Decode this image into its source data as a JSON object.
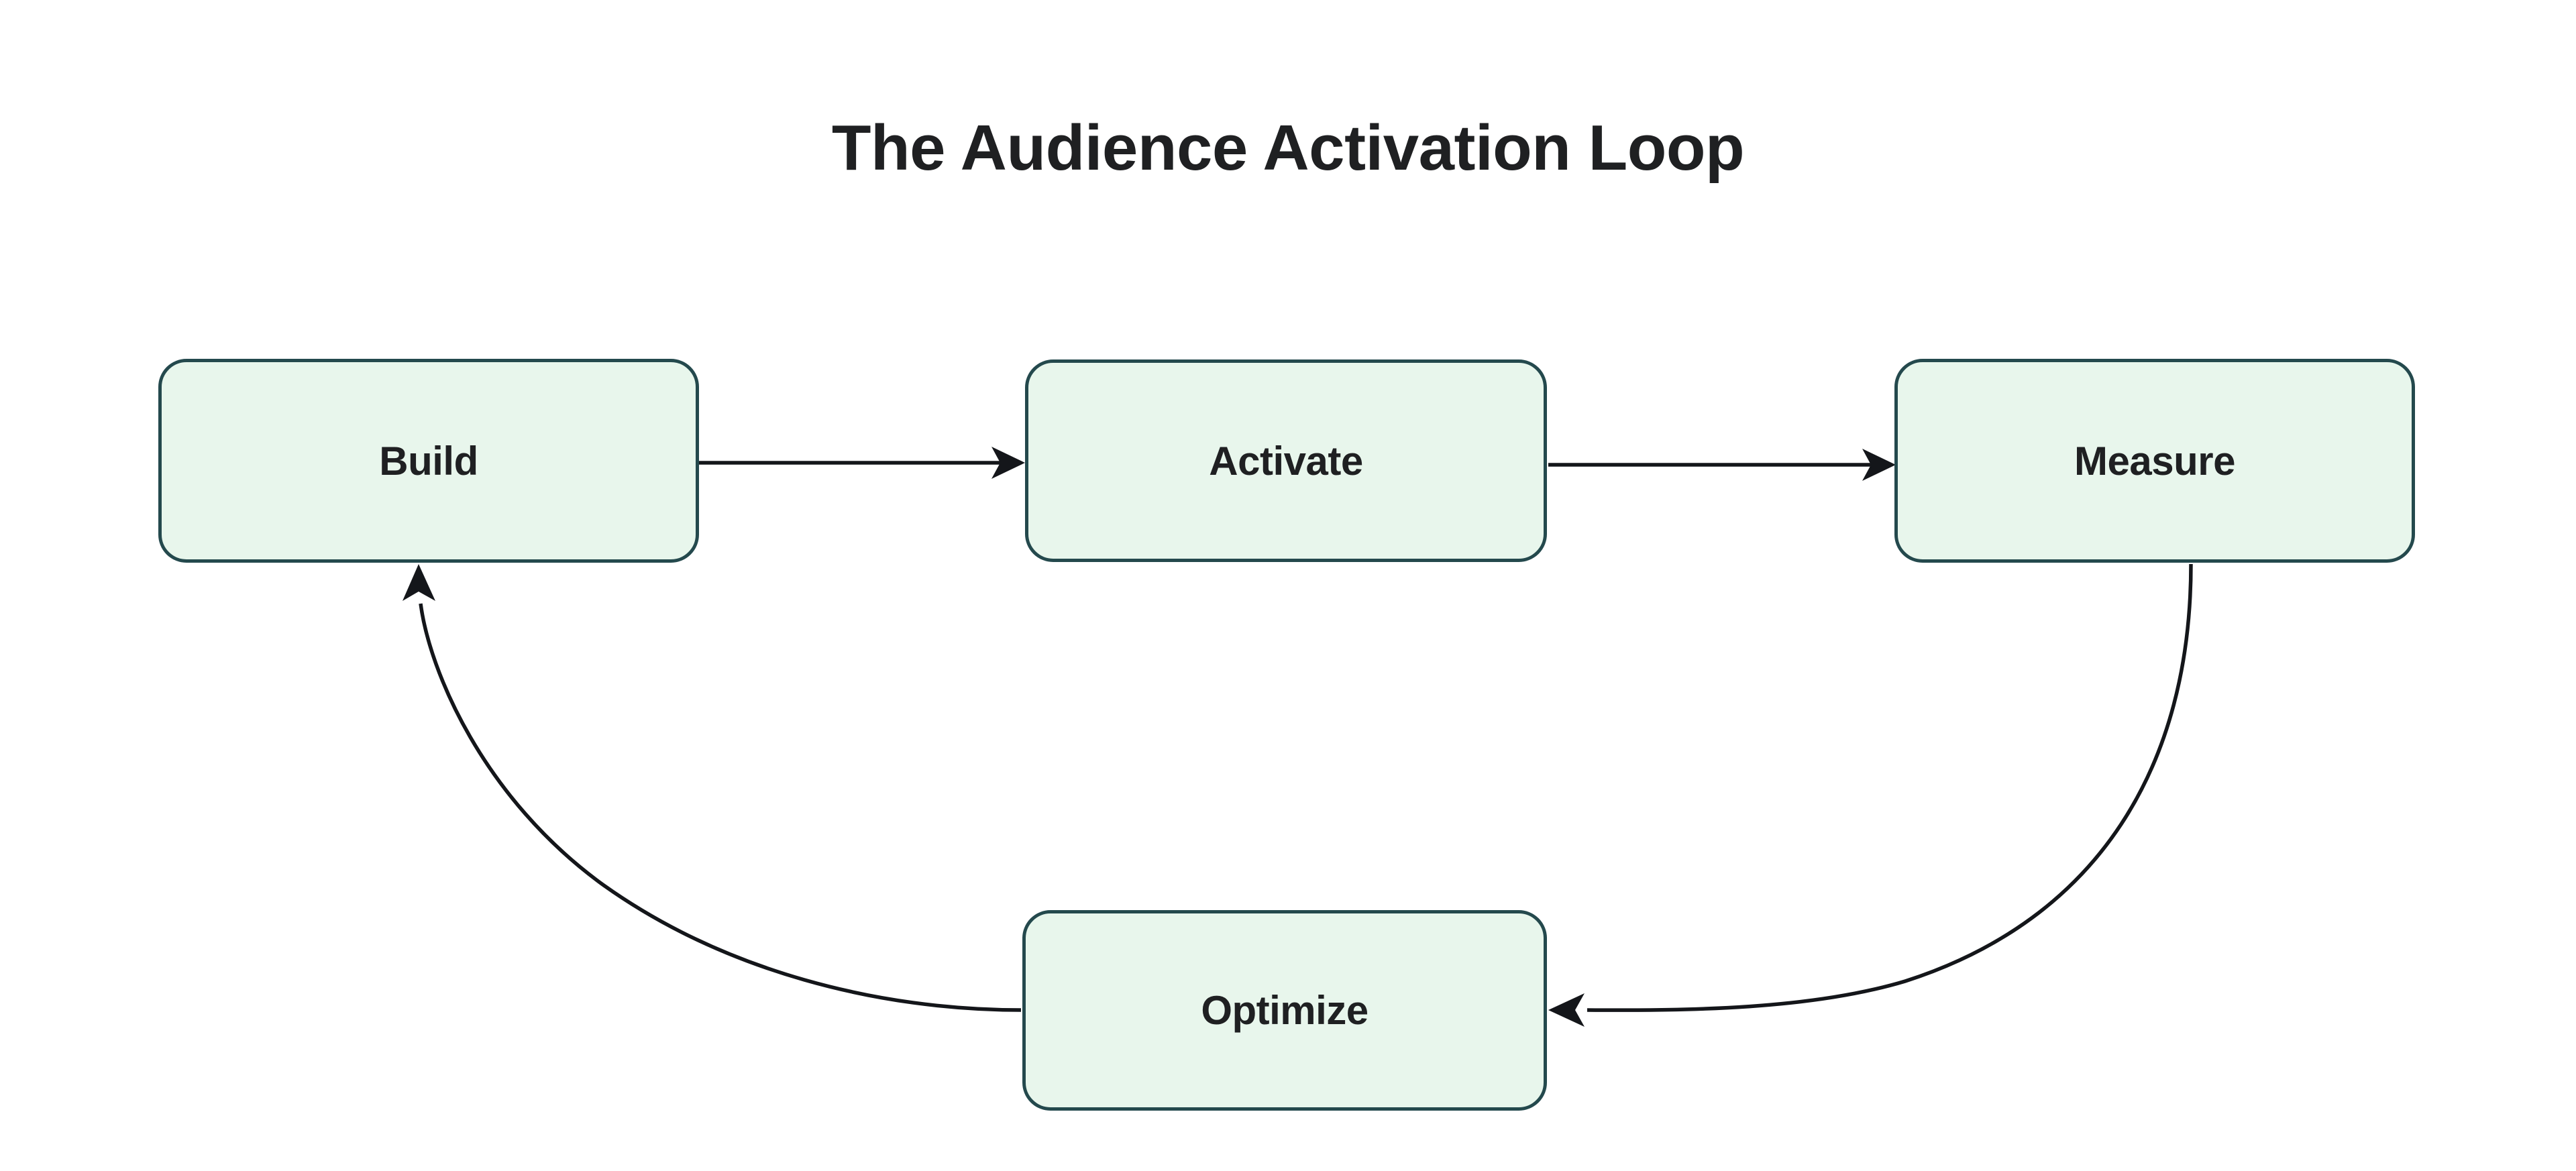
{
  "diagram": {
    "title": "The Audience Activation Loop",
    "type": "cycle-flowchart",
    "background_color": "#ffffff",
    "node_fill_color": "#e8f6ec",
    "node_border_color": "#24494d",
    "text_color": "#1f2022",
    "edge_color": "#14161a",
    "nodes": [
      {
        "id": "build",
        "label": "Build"
      },
      {
        "id": "activate",
        "label": "Activate"
      },
      {
        "id": "measure",
        "label": "Measure"
      },
      {
        "id": "optimize",
        "label": "Optimize"
      }
    ],
    "edges": [
      {
        "from": "build",
        "to": "activate",
        "style": "straight",
        "direction": "right"
      },
      {
        "from": "activate",
        "to": "measure",
        "style": "straight",
        "direction": "right"
      },
      {
        "from": "measure",
        "to": "optimize",
        "style": "curved",
        "direction": "down-left"
      },
      {
        "from": "optimize",
        "to": "build",
        "style": "curved",
        "direction": "up-left"
      }
    ]
  }
}
